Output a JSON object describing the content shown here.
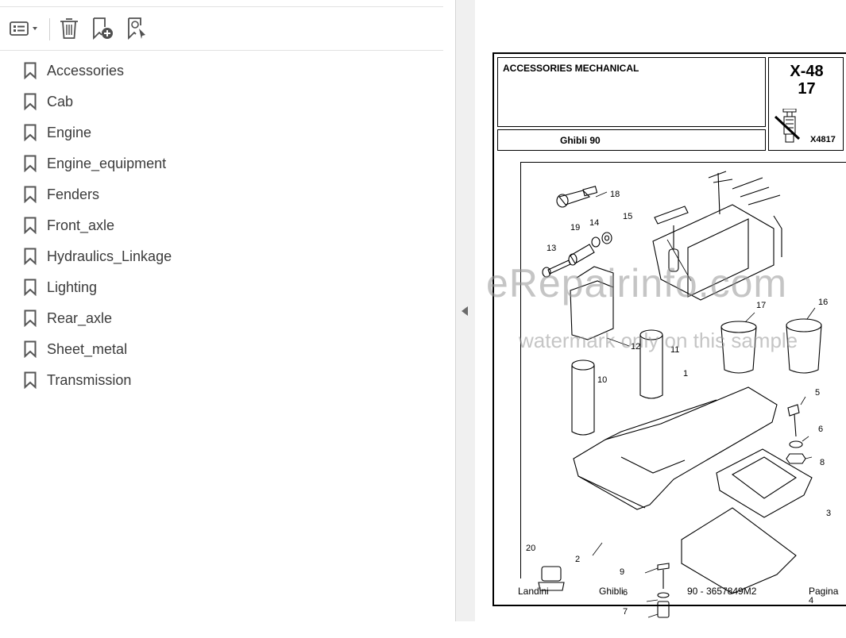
{
  "toolbar": {
    "options_icon": "list-options-icon",
    "delete_icon": "trash-icon",
    "add_bookmark_icon": "bookmark-add-icon",
    "bookmark_search_icon": "bookmark-search-icon"
  },
  "bookmarks": [
    {
      "label": "Accessories"
    },
    {
      "label": "Cab"
    },
    {
      "label": "Engine"
    },
    {
      "label": "Engine_equipment"
    },
    {
      "label": "Fenders"
    },
    {
      "label": "Front_axle"
    },
    {
      "label": "Hydraulics_Linkage"
    },
    {
      "label": "Lighting"
    },
    {
      "label": "Rear_axle"
    },
    {
      "label": "Sheet_metal"
    },
    {
      "label": "Transmission"
    }
  ],
  "page": {
    "title": "ACCESSORIES MECHANICAL",
    "model": "Ghibli  90",
    "ref_main_line1": "X-48",
    "ref_main_line2": "17",
    "ref_code": "X4817",
    "footer": {
      "brand": "Landini",
      "model": "Ghibli",
      "part_no": "90  -  3657849M2",
      "page_label": "Pagina"
    },
    "part_numbers": [
      "18",
      "14",
      "15",
      "19",
      "13",
      "12",
      "1",
      "17",
      "16",
      "11",
      "10",
      "5",
      "6",
      "8",
      "2",
      "3",
      "20",
      "9",
      "6",
      "4",
      "7"
    ]
  },
  "watermark": {
    "main": "eRepairinfo.com",
    "sub": "watermark only on this sample"
  }
}
